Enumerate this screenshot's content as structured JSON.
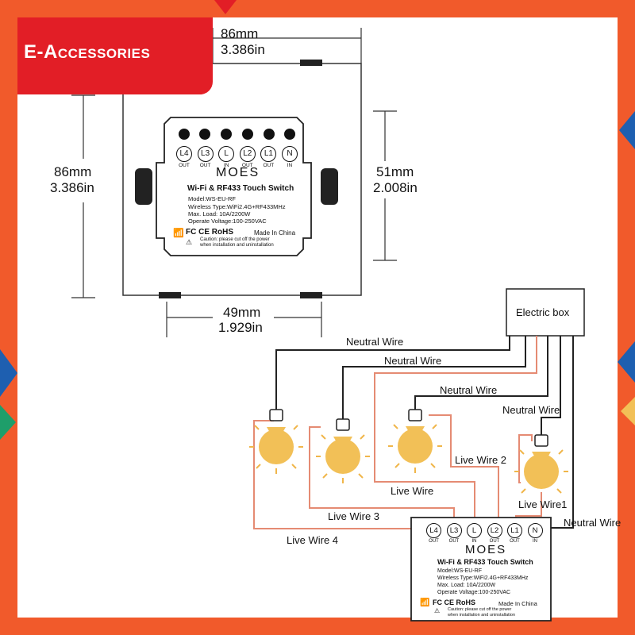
{
  "brand": {
    "name": "E-Accessories"
  },
  "dimensions": {
    "top_width_mm": "86mm",
    "top_width_in": "3.386in",
    "left_height_mm": "86mm",
    "left_height_in": "3.386in",
    "right_height_mm": "51mm",
    "right_height_in": "2.008in",
    "bottom_width_mm": "49mm",
    "bottom_width_in": "1.929in"
  },
  "module": {
    "terminals": [
      {
        "label": "L4",
        "role": "OUT"
      },
      {
        "label": "L3",
        "role": "OUT"
      },
      {
        "label": "L",
        "role": "IN"
      },
      {
        "label": "L2",
        "role": "OUT"
      },
      {
        "label": "L1",
        "role": "OUT"
      },
      {
        "label": "N",
        "role": "IN"
      }
    ],
    "logo": "MOES",
    "title": "Wi-Fi & RF433 Touch Switch",
    "model": "Model:WS-EU-RF",
    "wireless": "Wireless Type:WiFi2.4G+RF433MHz",
    "max_load": "Max. Load: 10A/2200W",
    "voltage": "Operate Voltage:100-250VAC",
    "cert": "FC CE RoHS",
    "made_in": "Made In China",
    "caution_1": "Caution: please cut off the power",
    "caution_2": "when installation and uninstallation"
  },
  "wiring": {
    "electric_box": "Electric box",
    "neutral_labels": [
      "Neutral Wire",
      "Neutral Wire",
      "Neutral Wire",
      "Neutral Wire",
      "Neutral Wire"
    ],
    "live_labels": {
      "live1": "Live Wire1",
      "live2": "Live Wire 2",
      "live": "Live Wire",
      "live3": "Live Wire 3",
      "live4": "Live Wire 4"
    }
  },
  "colors": {
    "background_border": "#f15a2b",
    "brand_red": "#e21e26",
    "neutral_wire": "#222222",
    "live_wire": "#e58b73",
    "bulb": "#f2c057",
    "bulb_ray": "#f0b64a"
  }
}
